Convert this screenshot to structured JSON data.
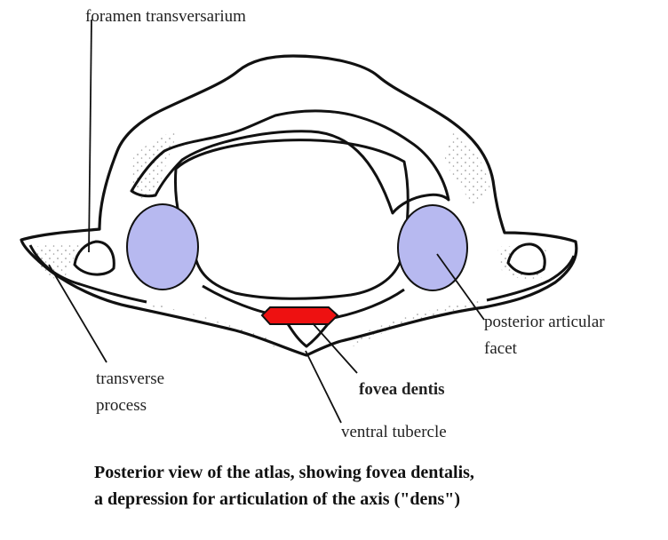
{
  "labels": {
    "foramen_transversarium": "foramen transversarium",
    "transverse_process_line1": "transverse",
    "transverse_process_line2": "process",
    "posterior_articular_facet_line1": "posterior articular",
    "posterior_articular_facet_line2": "facet",
    "fovea_dentis": "fovea dentis",
    "ventral_tubercle": "ventral tubercle"
  },
  "caption": {
    "line1": "Posterior view of the atlas, showing fovea dentalis,",
    "line2": "a depression for articulation of the axis (\"dens\")"
  },
  "colors": {
    "facet_fill": "#b7b9f0",
    "fovea_fill": "#ee1111",
    "outline": "#111111",
    "stipple": "#9a9a9a"
  }
}
